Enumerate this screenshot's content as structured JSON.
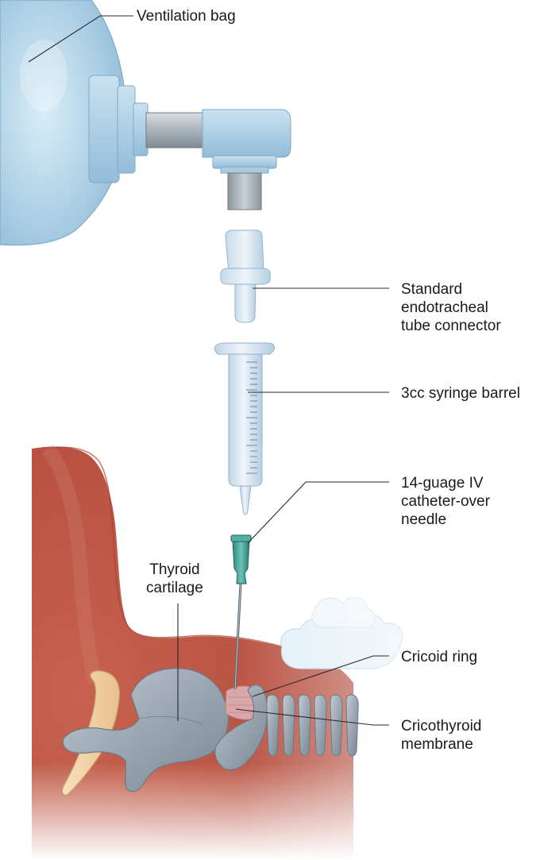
{
  "labels": {
    "ventilation_bag": "Ventilation bag",
    "et_connector": [
      "Standard",
      "endotracheal",
      "tube connector"
    ],
    "syringe_barrel": "3cc syringe barrel",
    "iv_catheter": [
      "14-guage IV",
      "catheter-over",
      "needle"
    ],
    "thyroid_cartilage": [
      "Thyroid",
      "cartilage"
    ],
    "cricoid_ring": "Cricoid ring",
    "cricothyroid_membrane": [
      "Cricothyroid",
      "membrane"
    ]
  }
}
